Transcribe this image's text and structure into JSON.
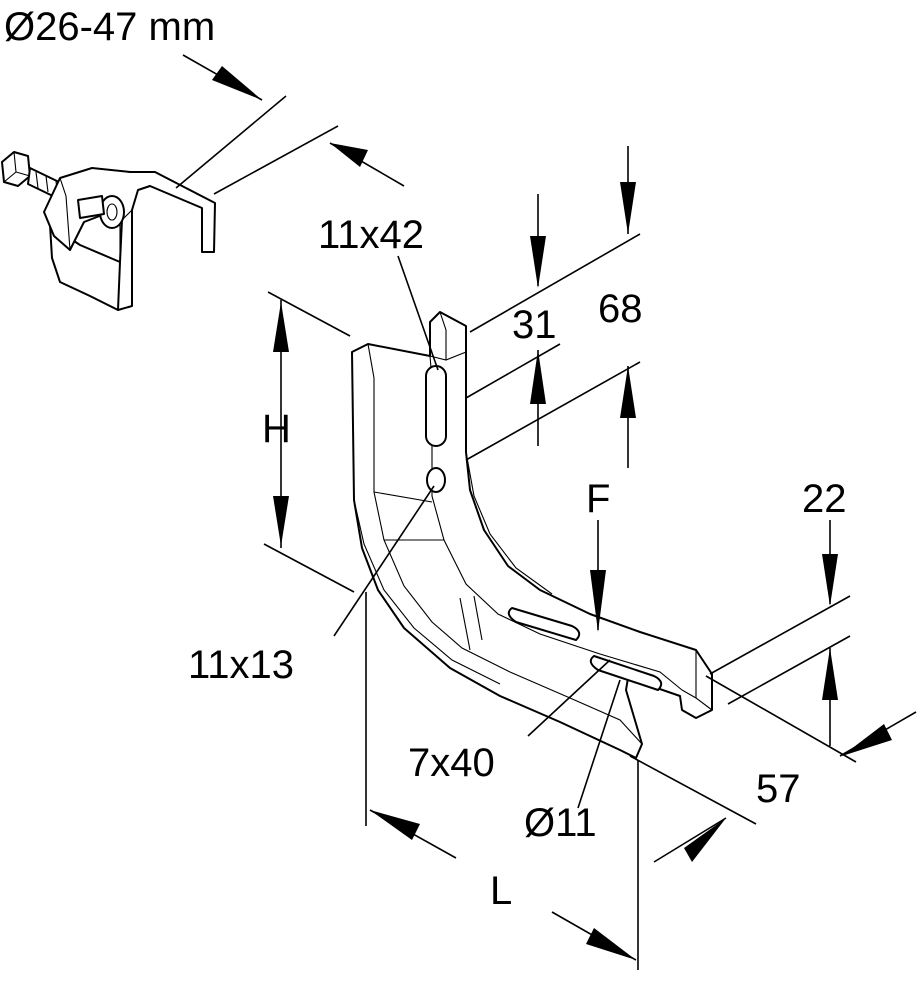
{
  "labels": {
    "clamp_diameter": "Ø26-47 mm",
    "slot_upper": "11x42",
    "dim_31": "31",
    "dim_68": "68",
    "dim_h": "H",
    "dim_f": "F",
    "dim_22": "22",
    "hole_11x13": "11x13",
    "slot_7x40": "7x40",
    "dim_57": "57",
    "hole_d11": "Ø11",
    "dim_l": "L"
  }
}
